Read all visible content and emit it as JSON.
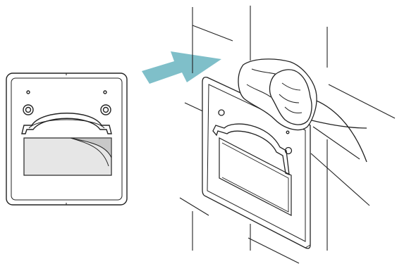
{
  "figure": {
    "panels": [
      {
        "name": "product-front-view",
        "shows": "backplate-with-protective-film"
      },
      {
        "name": "installation-view",
        "shows": "backplate-mounted-on-tiled-wall-with-hand-wiping"
      }
    ],
    "arrow": {
      "direction": "right",
      "color": "#7fbfc9"
    }
  },
  "colors": {
    "line": "#222222",
    "film": "#e6e6e6",
    "film_fold": "#c8c8c8",
    "plate_fill": "#ffffff",
    "arrow": "#7fbfc9"
  }
}
